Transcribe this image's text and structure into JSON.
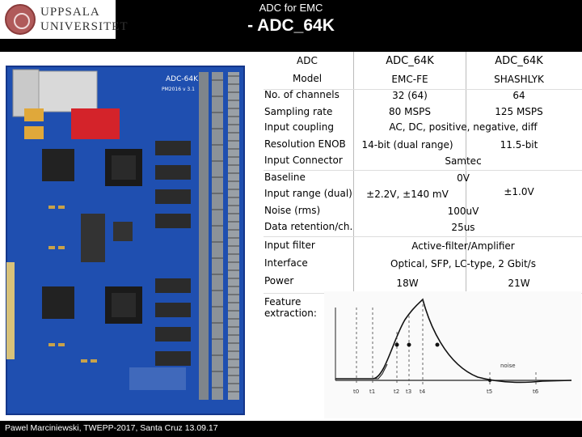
{
  "header": {
    "logo_text_line1": "UPPSALA",
    "logo_text_line2": "UNIVERSITET",
    "subtitle": "ADC for EMC",
    "title": "- ADC_64K"
  },
  "board": {
    "silk_name": "ADC-64K",
    "silk_rev": "PM2016 v 3.1"
  },
  "table": {
    "columns": [
      "ADC_64K",
      "ADC_64K"
    ],
    "rows": [
      {
        "label": "ADC",
        "v1": "ADC_64K",
        "v2": "ADC_64K"
      },
      {
        "label": "Model",
        "v1": "EMC-FE",
        "v2": "SHASHLYK"
      },
      {
        "label": "No. of channels",
        "v1": "32 (64)",
        "v2": "64"
      },
      {
        "label": "Sampling rate",
        "v1": "80 MSPS",
        "v2": "125 MSPS"
      },
      {
        "label": "Input coupling",
        "span": "AC, DC, positive, negative, diff"
      },
      {
        "label": "Resolution ENOB",
        "v1": "14-bit (dual range)",
        "v2": "11.5-bit"
      },
      {
        "label": "Input Connector",
        "span": "Samtec"
      },
      {
        "label": "Baseline",
        "span": "0V"
      },
      {
        "label": "Input range (dual)",
        "v1": "±2.2V, ±140 mV",
        "v2": "±1.0V"
      },
      {
        "label": "Noise (rms)",
        "span": "100uV"
      },
      {
        "label": "Data retention/ch.",
        "span": "25us"
      },
      {
        "label": "Input filter",
        "span": "Active-filter/Amplifier"
      },
      {
        "label": "Interface",
        "span": "Optical, SFP, LC-type, 2 Gbit/s"
      },
      {
        "label": "Power",
        "v1": "18W",
        "v2": "21W"
      },
      {
        "label": "Feature extraction:"
      }
    ]
  },
  "feature_plot": {
    "tick_labels": [
      "t0",
      "t1",
      "t2",
      "t3",
      "t4",
      "t5",
      "t6"
    ],
    "annotation": "noise"
  },
  "footer": {
    "text": "Pawel Marciniewski, TWEPP-2017, Santa Cruz 13.09.17"
  }
}
